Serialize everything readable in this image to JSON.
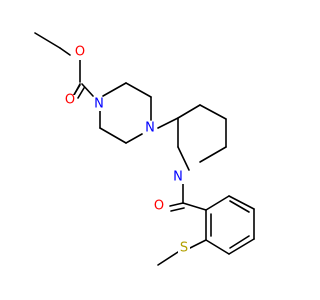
{
  "molecule": {
    "atoms": [
      {
        "id": "o_carbonyl_top",
        "label": "O",
        "color": "#ff0000"
      },
      {
        "id": "o_ester",
        "label": "O",
        "color": "#ff0000"
      },
      {
        "id": "n_piperazine_carbamate",
        "label": "N",
        "color": "#0000ff"
      },
      {
        "id": "n_piperazine_piperidinyl",
        "label": "N",
        "color": "#0000ff"
      },
      {
        "id": "n_piperidine",
        "label": "N",
        "color": "#0000ff"
      },
      {
        "id": "o_amide",
        "label": "O",
        "color": "#ff0000"
      },
      {
        "id": "s_thioether",
        "label": "S",
        "color": "#b2a000"
      }
    ],
    "bond_color": "#000000"
  }
}
